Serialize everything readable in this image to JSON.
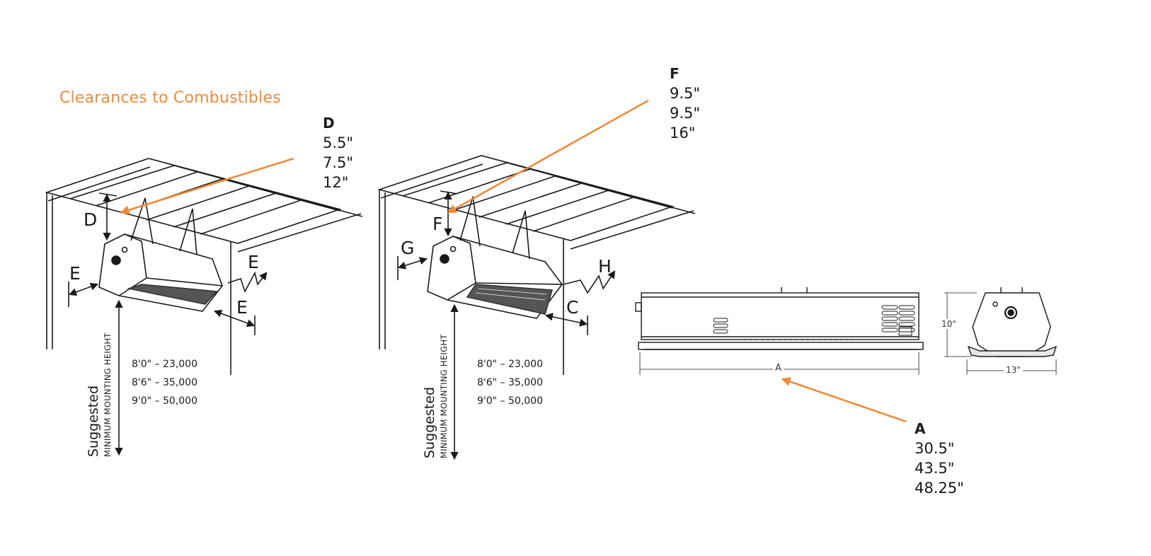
{
  "title": "Clearances to Combustibles",
  "callouts": {
    "D": {
      "label": "D",
      "values": [
        "5.5\"",
        "7.5\"",
        "12\""
      ]
    },
    "F": {
      "label": "F",
      "values": [
        "9.5\"",
        "9.5\"",
        "16\""
      ]
    },
    "A": {
      "label": "A",
      "values": [
        "30.5\"",
        "43.5\"",
        "48.25\""
      ]
    }
  },
  "diagram_labels": {
    "left": {
      "D": "D",
      "E_side": "E",
      "E_back": "E",
      "E_front": "E"
    },
    "right": {
      "F": "F",
      "G": "G",
      "H": "H",
      "C": "C"
    },
    "front_view": {
      "A": "A"
    },
    "side_view": {
      "height": "10\"",
      "width": "13\""
    }
  },
  "mounting": {
    "suggested": "Suggested",
    "min_label": "MINIMUM MOUNTING HEIGHT",
    "rows": [
      "8'0\" – 23,000",
      "8'6\" – 35,000",
      "9'0\" – 50,000"
    ]
  },
  "colors": {
    "accent": "#ef8a3a",
    "line": "#1a1a1a"
  }
}
